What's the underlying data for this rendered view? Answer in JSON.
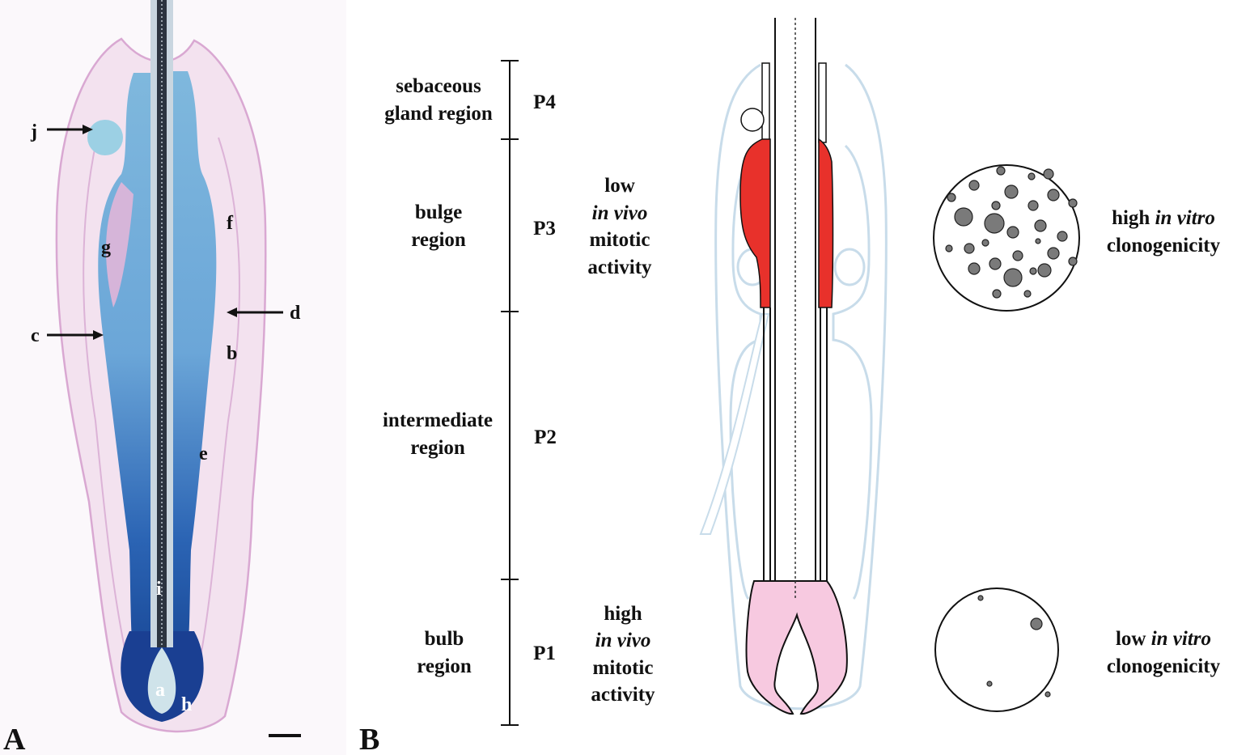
{
  "panels": {
    "a": "A",
    "b": "B"
  },
  "micrograph_labels": {
    "a": "a",
    "b": "b",
    "c": "c",
    "d": "d",
    "e": "e",
    "f": "f",
    "g": "g",
    "h": "h",
    "i": "i",
    "j": "j"
  },
  "regions": [
    {
      "id": "P4",
      "name_line1": "sebaceous",
      "name_line2": "gland region",
      "code": "P4"
    },
    {
      "id": "P3",
      "name_line1": "bulge",
      "name_line2": "region",
      "code": "P3"
    },
    {
      "id": "P2",
      "name_line1": "intermediate",
      "name_line2": "region",
      "code": "P2"
    },
    {
      "id": "P1",
      "name_line1": "bulb",
      "name_line2": "region",
      "code": "P1"
    }
  ],
  "mitotic": {
    "low": {
      "l1": "low",
      "l2": "in vivo",
      "l3": "mitotic",
      "l4": "activity"
    },
    "high": {
      "l1": "high",
      "l2": "in vivo",
      "l3": "mitotic",
      "l4": "activity"
    }
  },
  "clonogenicity": {
    "high": {
      "l1a": "high ",
      "l1b": "in vitro",
      "l2": "clonogenicity"
    },
    "low": {
      "l1a": "low ",
      "l1b": "in vitro",
      "l2": "clonogenicity"
    }
  },
  "colors": {
    "bulge_red": "#e8312b",
    "bulb_pink": "#f7c9e0",
    "outline_blue": "#c8dcea",
    "stain_blue": "#1e5fb0",
    "stain_pink": "#ead0e8",
    "colony_gray": "#7a7a7a"
  }
}
